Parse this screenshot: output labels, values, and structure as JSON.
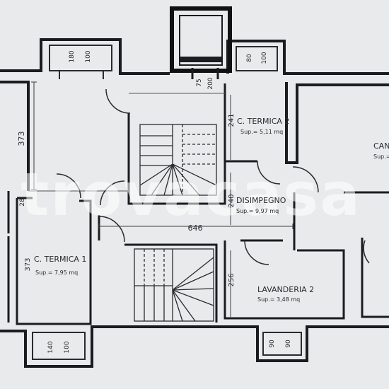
{
  "rooms": {
    "c_termica_2": {
      "name": "C. TERMICA 2",
      "area": "Sup.= 5,11 mq"
    },
    "disimpegno": {
      "name": "DISIMPEGNO",
      "area": "Sup.= 9,97 mq"
    },
    "c_termica_1": {
      "name": "C. TERMICA 1",
      "area": "Sup.= 7,95 mq"
    },
    "lavanderia_2": {
      "name": "LAVANDERIA 2",
      "area": "Sup.= 3,48 mq"
    },
    "cantina": {
      "name": "CAN",
      "area": "Sup.="
    }
  },
  "dimensions": {
    "d373_left": "373",
    "d373_ct1": "373",
    "d241": "241",
    "d240": "240",
    "d646": "646",
    "d256": "256",
    "d28": "28"
  },
  "windows": {
    "top_left": {
      "a": "180",
      "b": "100"
    },
    "top_mid": {
      "a": "75",
      "b": "200"
    },
    "top_right": {
      "a": "80",
      "b": "100"
    },
    "bottom_left": {
      "a": "140",
      "b": "100"
    },
    "bottom_right": {
      "a": "90",
      "b": "90"
    }
  },
  "watermark": "trovacasa",
  "colors": {
    "wall": "#1b1c1f",
    "paper": "#e9eaec",
    "line": "#3a3b3e"
  }
}
